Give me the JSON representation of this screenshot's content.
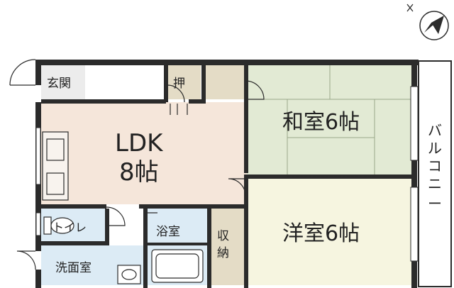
{
  "rooms": {
    "entrance": "玄関",
    "closet": "押",
    "ldk_line1": "LDK",
    "ldk_line2": "8帖",
    "washitsu": "和室6帖",
    "yoshitsu": "洋室6帖",
    "toilet": "トイレ",
    "bath": "浴室",
    "storage_line1": "収",
    "storage_line2": "納",
    "washroom": "洗面室",
    "balcony": [
      "バ",
      "ル",
      "コ",
      "ニ",
      "ー"
    ]
  },
  "icons": {
    "compass": "north-arrow-icon"
  },
  "colors": {
    "wall": "#2b2b2b",
    "ldk_floor": "#f5e6da",
    "washitsu_floor": "#e2ead4",
    "yoshitsu_floor": "#f6f5e0",
    "wet_floor": "#dcebf5",
    "storage_floor": "#e4dcc6",
    "entrance_floor": "#ececec"
  }
}
